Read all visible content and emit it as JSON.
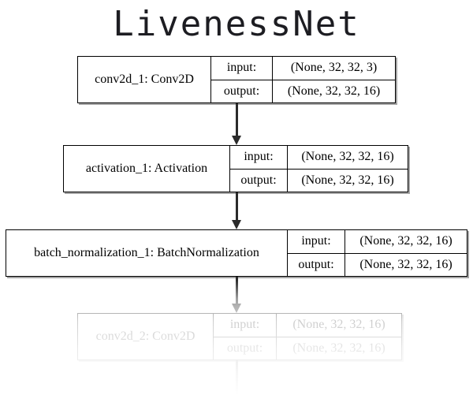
{
  "title": "LivenessNet",
  "io_labels": {
    "input": "input:",
    "output": "output:"
  },
  "graph": {
    "nodes": [
      {
        "name": "conv2d_1: Conv2D",
        "input_label": "input:",
        "input_shape": "(None, 32, 32, 3)",
        "output_label": "output:",
        "output_shape": "(None, 32, 32, 16)"
      },
      {
        "name": "activation_1: Activation",
        "input_label": "input:",
        "input_shape": "(None, 32, 32, 16)",
        "output_label": "output:",
        "output_shape": "(None, 32, 32, 16)"
      },
      {
        "name": "batch_normalization_1: BatchNormalization",
        "input_label": "input:",
        "input_shape": "(None, 32, 32, 16)",
        "output_label": "output:",
        "output_shape": "(None, 32, 32, 16)"
      },
      {
        "name": "conv2d_2: Conv2D",
        "input_label": "input:",
        "input_shape": "(None, 32, 32, 16)",
        "output_label": "output:",
        "output_shape": "(None, 32, 32, 16)"
      }
    ],
    "edges": [
      {
        "from": "conv2d_1: Conv2D",
        "to": "activation_1: Activation"
      },
      {
        "from": "activation_1: Activation",
        "to": "batch_normalization_1: BatchNormalization"
      },
      {
        "from": "batch_normalization_1: BatchNormalization",
        "to": "conv2d_2: Conv2D"
      },
      {
        "from": "conv2d_2: Conv2D",
        "to": ""
      }
    ]
  },
  "colors": {
    "background": "#ffffff",
    "title_text": "#1d1d22",
    "node_border": "#000000",
    "node_text": "#000000",
    "node_shadow": "#5a5a5a",
    "edge": "#2b2b2b"
  }
}
